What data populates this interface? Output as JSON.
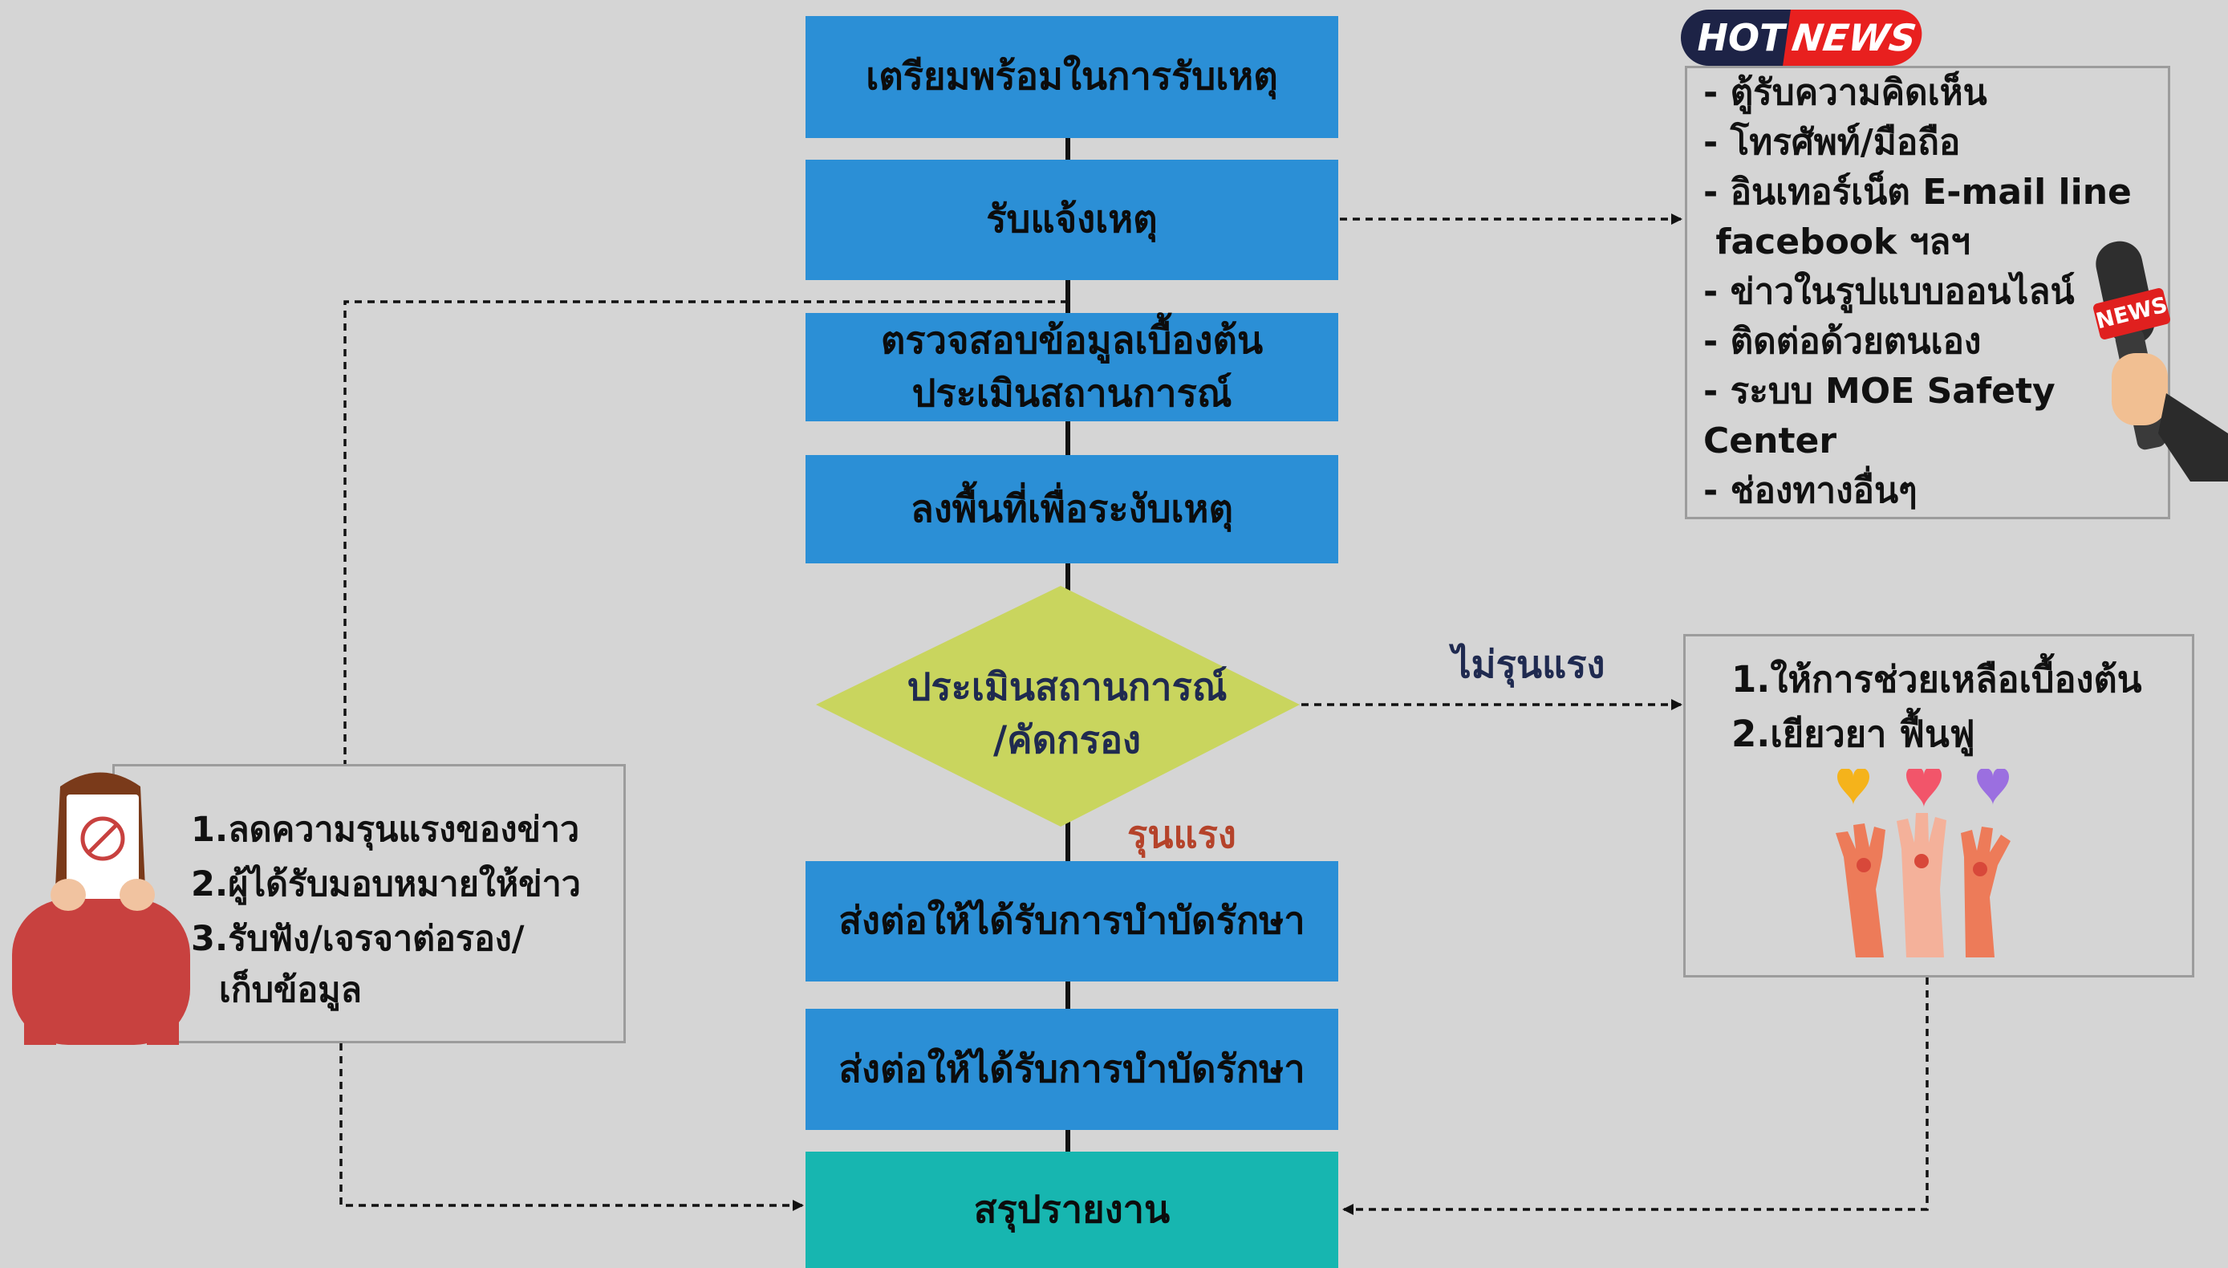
{
  "steps": [
    {
      "lines": [
        "เตรียมพร้อมในการรับเหตุ"
      ]
    },
    {
      "lines": [
        "รับแจ้งเหตุ"
      ]
    },
    {
      "lines": [
        "ตรวจสอบข้อมูลเบื้องต้น",
        "ประเมินสถานการณ์"
      ]
    },
    {
      "lines": [
        "ลงพื้นที่เพื่อระงับเหตุ"
      ]
    },
    {
      "lines": [
        "ส่งต่อให้ได้รับการบำบัดรักษา"
      ]
    },
    {
      "lines": [
        "ส่งต่อให้ได้รับการบำบัดรักษา"
      ]
    },
    {
      "lines": [
        "สรุปรายงาน"
      ]
    }
  ],
  "decision": {
    "lines": [
      "ประเมินสถานการณ์",
      "/คัดกรอง"
    ]
  },
  "edge_labels": {
    "not_severe": "ไม่รุนแรง",
    "severe": "รุนแรง"
  },
  "hot_news": {
    "hot": "HOT",
    "news": "NEWS",
    "mic_tag": "NEWS",
    "lines": [
      "- ตู้รับความคิดเห็น",
      "- โทรศัพท์/มือถือ",
      "- อินเทอร์เน็ต E-mail line",
      " facebook ฯลฯ",
      "- ข่าวในรูปแบบออนไลน์",
      "- ติดต่อด้วยตนเอง",
      "- ระบบ MOE Safety",
      "Center",
      "- ช่องทางอื่นๆ"
    ]
  },
  "left_box": {
    "lines": [
      "1.ลดความรุนแรงของข่าว",
      "2.ผู้ได้รับมอบหมายให้ข่าว",
      "3.รับฟัง/เจรจาต่อรอง/",
      "เก็บข้อมูล"
    ]
  },
  "right_box": {
    "lines": [
      "1.ให้การช่วยเหลือเบื้องต้น",
      "2.เยียวยา ฟื้นฟู"
    ]
  },
  "colors": {
    "step": "#2b8fd6",
    "final": "#17b6b0",
    "diamond": "#c9d55e",
    "not_severe": "#1f2a50",
    "severe": "#b5432a",
    "background": "#d5d5d5"
  }
}
